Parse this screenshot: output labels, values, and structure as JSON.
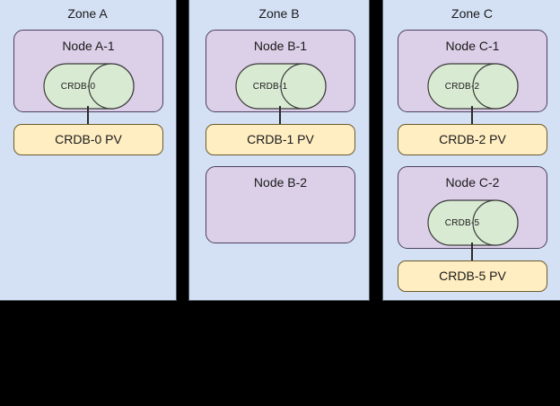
{
  "diagram": {
    "title": "CockroachDB multi-zone node and persistent volume topology",
    "background_color": "#000000",
    "zone_fill": "#d4e1f5",
    "node_fill": "#dcd0e8",
    "pv_fill": "#ffeec2",
    "db_fill": "#d9ead3"
  },
  "zones": [
    {
      "id": "zone-a",
      "label": "Zone A",
      "nodes": [
        {
          "id": "node-a-1",
          "label": "Node A-1",
          "database": {
            "id": "crdb-0",
            "label": "CRDB-0"
          },
          "volume": {
            "id": "crdb-0-pv",
            "label": "CRDB-0 PV"
          }
        }
      ]
    },
    {
      "id": "zone-b",
      "label": "Zone B",
      "nodes": [
        {
          "id": "node-b-1",
          "label": "Node B-1",
          "database": {
            "id": "crdb-1",
            "label": "CRDB-1"
          },
          "volume": {
            "id": "crdb-1-pv",
            "label": "CRDB-1 PV"
          }
        },
        {
          "id": "node-b-2",
          "label": "Node B-2",
          "database": null,
          "volume": null
        }
      ]
    },
    {
      "id": "zone-c",
      "label": "Zone C",
      "nodes": [
        {
          "id": "node-c-1",
          "label": "Node C-1",
          "database": {
            "id": "crdb-2",
            "label": "CRDB-2"
          },
          "volume": {
            "id": "crdb-2-pv",
            "label": "CRDB-2 PV"
          }
        },
        {
          "id": "node-c-2",
          "label": "Node C-2",
          "database": {
            "id": "crdb-5",
            "label": "CRDB-5"
          },
          "volume": {
            "id": "crdb-5-pv",
            "label": "CRDB-5 PV"
          }
        }
      ]
    }
  ]
}
